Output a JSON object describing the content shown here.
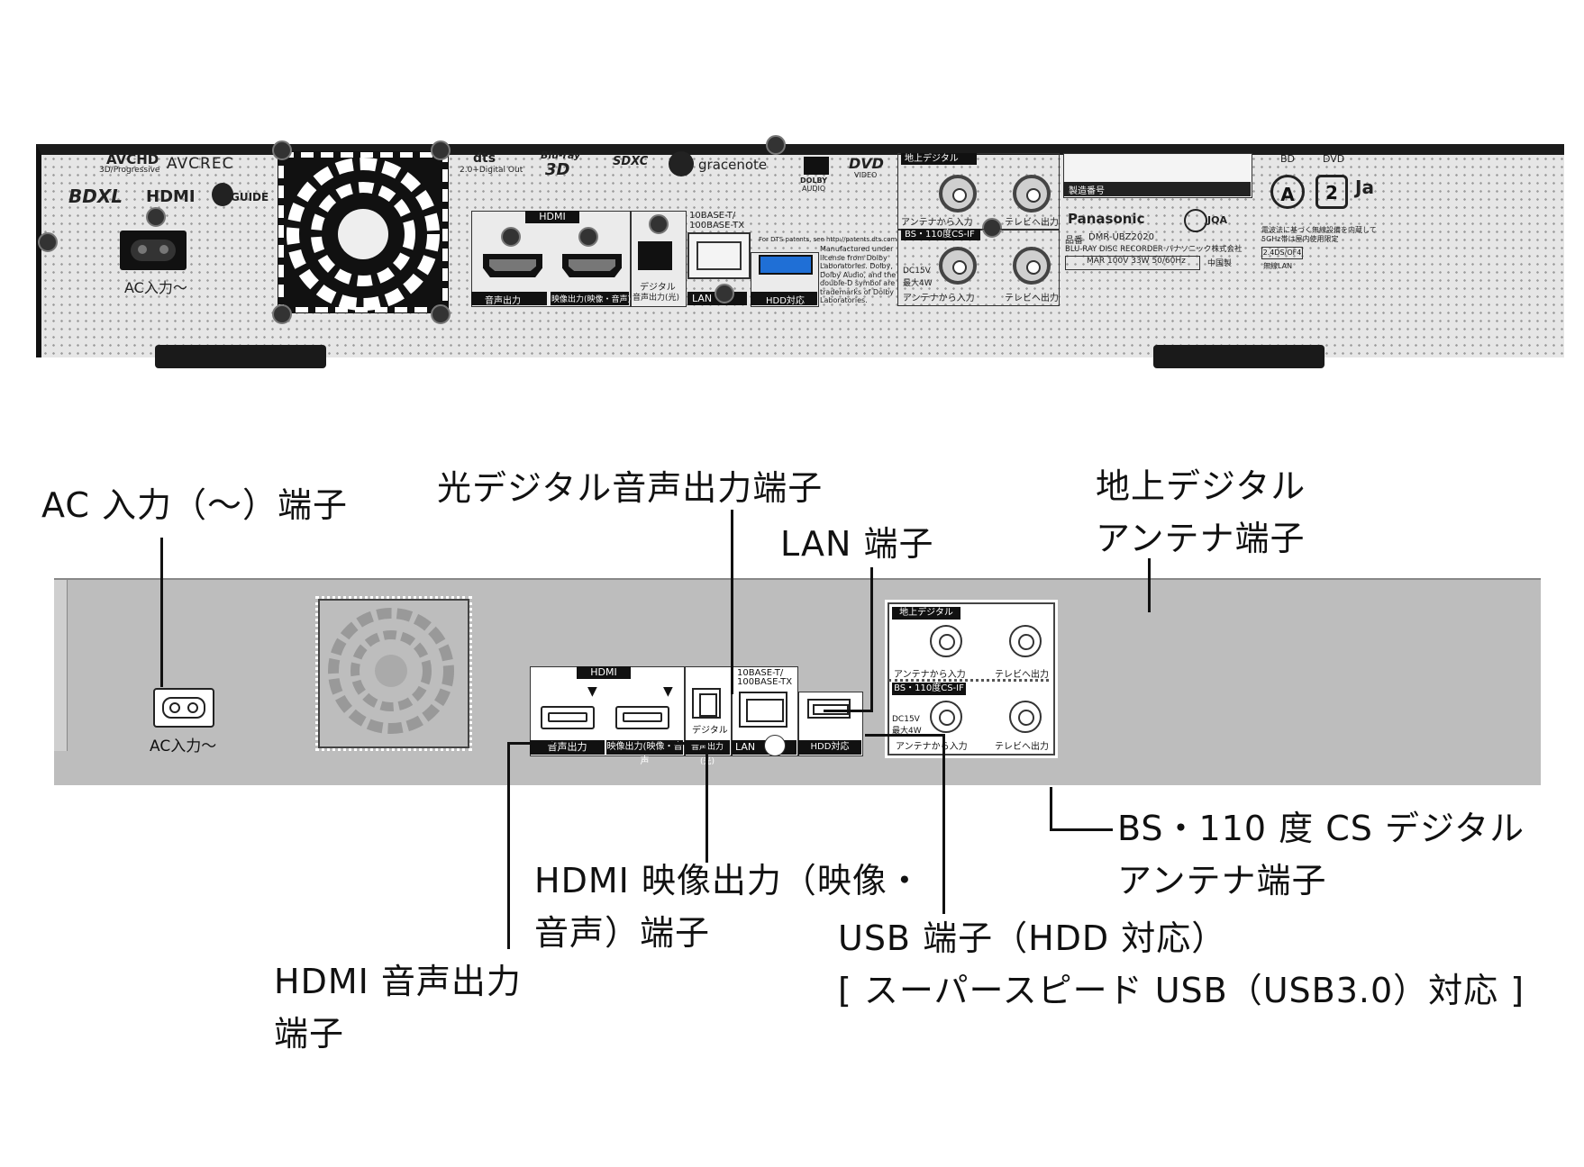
{
  "photo": {
    "logos": {
      "avchd": "AVCHD",
      "avchd_sub": "3D/Progressive",
      "avcrec": "AVCREC",
      "bdxl": "BDXL",
      "hdmi": "HDMI",
      "gguide": "GUIDE",
      "dts": "dts",
      "dts_sub": "2.0+Digital Out",
      "bluray": "Blu-ray",
      "bluray_3d": "3D",
      "sdxc": "SDXC",
      "gracenote": "gracenote",
      "dolby": "DOLBY",
      "dolby_sub": "AUDIO",
      "dvd": "DVD",
      "dvd_sub": "VIDEO"
    },
    "ac_label": "AC入力～",
    "hdmi_header": "HDMI",
    "hdmi_audio_label": "音声出力",
    "hdmi_video_label": "映像出力(映像・音声)",
    "optical_label_1": "デジタル",
    "optical_label_2": "音声出力(光)",
    "lan_spec_1": "10BASE-T/",
    "lan_spec_2": "100BASE-TX",
    "lan_label": "LAN",
    "usb_label": "HDD対応",
    "dts_note": "For DTS patents, see http://patents.dts.com.",
    "dolby_note": [
      "Manufactured under",
      "license from Dolby",
      "Laboratories. Dolby,",
      "Dolby Audio, and the",
      "double-D symbol are",
      "trademarks of Dolby",
      "Laboratories."
    ],
    "terrestrial_header": "地上デジタル",
    "antenna_in": "アンテナから入力",
    "tv_out": "テレビへ出力",
    "bs_header": "BS・110度CS-IF",
    "dc_note_1": "DC15V",
    "dc_note_2": "最大4W",
    "serial_label": "製造番号",
    "brand": "Panasonic",
    "jqa": "JQA",
    "model_prefix": "品番",
    "model": "DMR-UBZ2020",
    "product_desc": "BLU-RAY DISC RECORDER  パナソニック株式会社",
    "rating": "MAR  100V  33W  50/60Hz",
    "made_in": "中国製",
    "region_bd": "BD",
    "region_dvd": "DVD",
    "region_bd_code": "A",
    "region_dvd_code": "2",
    "radio_note_1": "電波法に基づく無線設備を内蔵して",
    "radio_note_2": "5GHz帯は屋内使用限定",
    "wifi_code": "2.4DS/OF4",
    "wifi_label": "無線LAN",
    "japan_cut": "Ja"
  },
  "diagram": {
    "ac_label": "AC入力～",
    "hdmi_header": "HDMI",
    "hdmi_audio_label": "音声出力",
    "hdmi_video_label": "映像出力(映像・音声",
    "optical_label_1": "デジタル",
    "optical_label_2": "音声出力(光)",
    "lan_spec_1": "10BASE-T/",
    "lan_spec_2": "100BASE-TX",
    "lan_label": "LAN",
    "usb_label": "HDD対応",
    "terrestrial_header": "地上デジタル",
    "antenna_in": "アンテナから入力",
    "tv_out": "テレビへ出力",
    "bs_header": "BS・110度CS-IF",
    "dc_note_1": "DC15V",
    "dc_note_2": "最大4W",
    "antenna_in_2": "アンテナから入力",
    "tv_out_2": "テレビへ出力"
  },
  "callouts": {
    "ac": "AC 入力（～）端子",
    "optical": "光デジタル音声出力端子",
    "lan": "LAN 端子",
    "terrestrial_1": "地上デジタル",
    "terrestrial_2": "アンテナ端子",
    "bs_1": "BS・110 度 CS デジタル",
    "bs_2": "アンテナ端子",
    "hdmi_video_1": "HDMI 映像出力（映像・",
    "hdmi_video_2": "音声）端子",
    "usb_1": "USB 端子（HDD 対応）",
    "usb_2": "[ スーパースピード USB（USB3.0）対応 ]",
    "hdmi_audio_1": "HDMI 音声出力",
    "hdmi_audio_2": "端子"
  }
}
